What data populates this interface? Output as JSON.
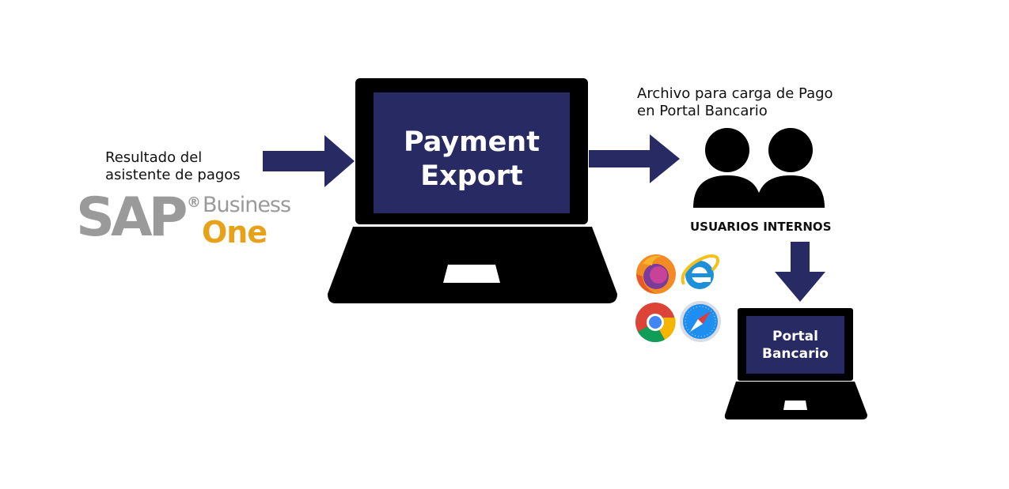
{
  "colors": {
    "screen": "#272a63",
    "arrow": "#272a63",
    "laptop": "#000000",
    "sap_gray": "#9a9a9a",
    "one_orange": "#e8a21a"
  },
  "input": {
    "label_line1": "Resultado del",
    "label_line2": "asistente de pagos"
  },
  "sap_logo": {
    "sap": "SAP",
    "registered": "®",
    "business": "Business",
    "one": "One"
  },
  "main_laptop": {
    "line1": "Payment",
    "line2": "Export"
  },
  "output": {
    "label_line1": "Archivo para carga de Pago",
    "label_line2": "en Portal Bancario"
  },
  "users": {
    "icon": "users-icon",
    "label": "USUARIOS INTERNOS"
  },
  "browsers": [
    "firefox-icon",
    "internet-explorer-icon",
    "chrome-icon",
    "safari-icon"
  ],
  "portal_laptop": {
    "line1": "Portal",
    "line2": "Bancario"
  }
}
